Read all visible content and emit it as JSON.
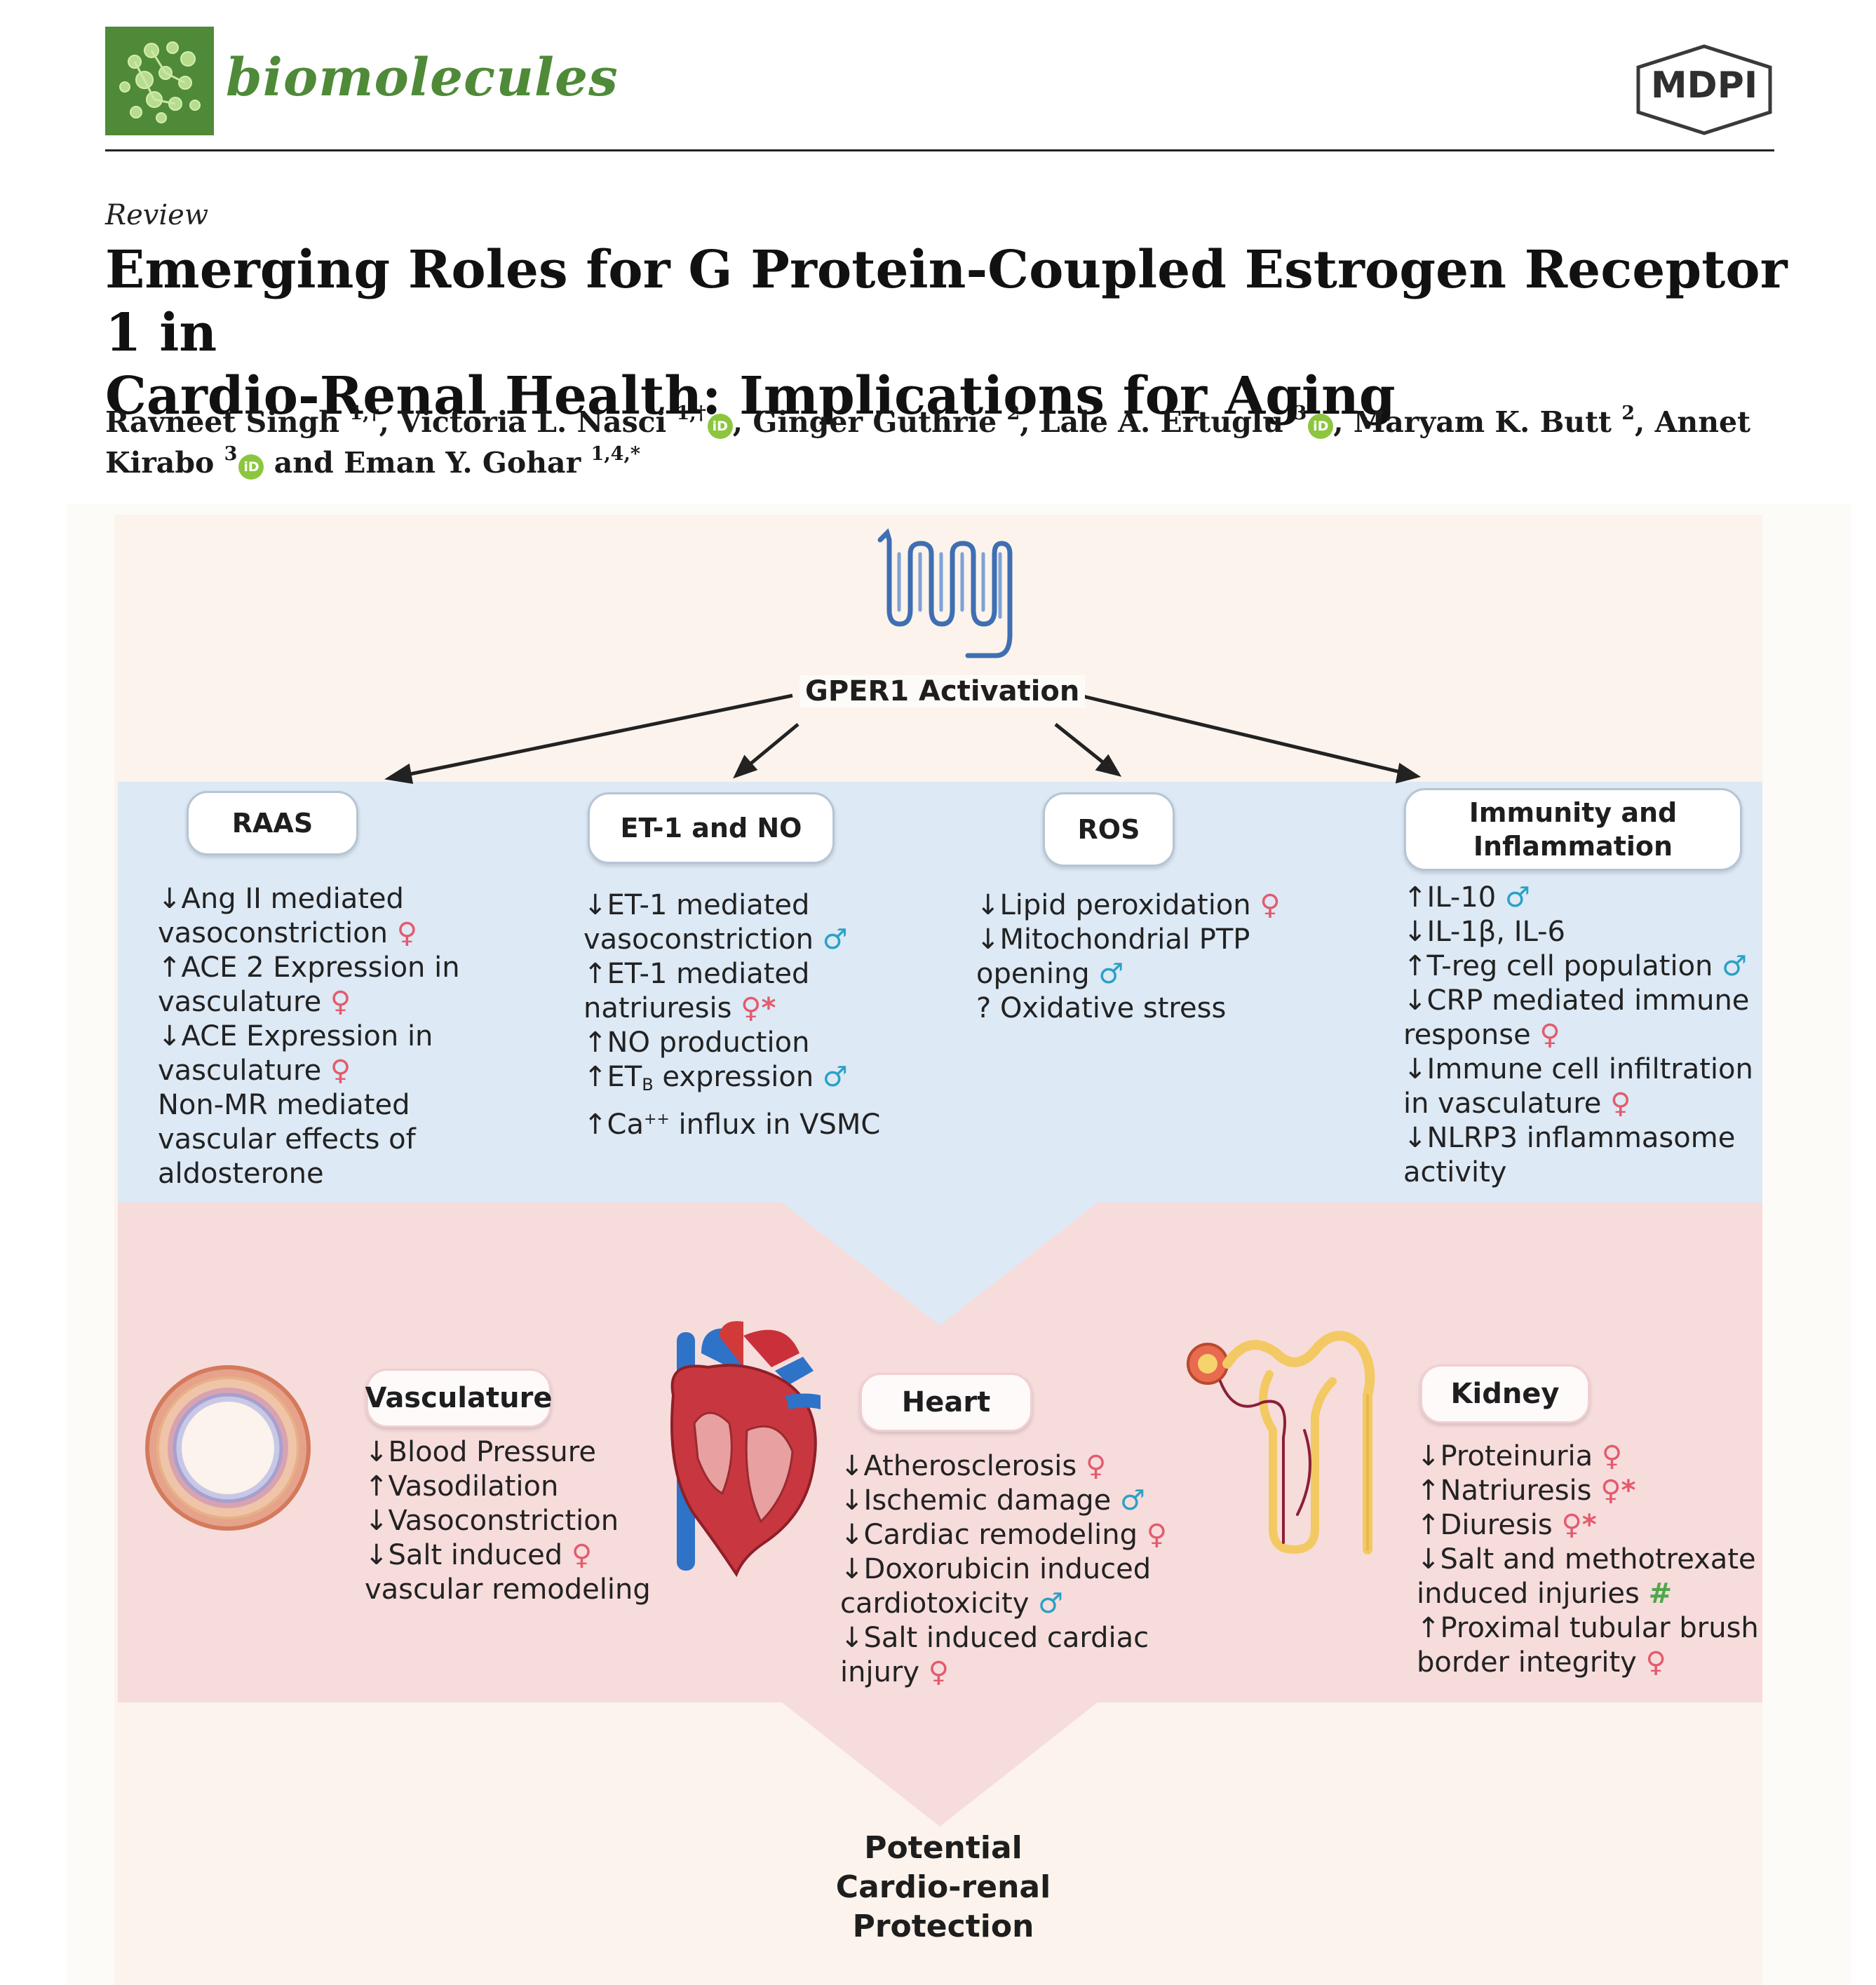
{
  "header": {
    "journal": "biomolecules",
    "publisher": "MDPI",
    "article_type": "Review",
    "title_lines": [
      "Emerging Roles for G Protein-Coupled Estrogen Receptor 1 in",
      "Cardio-Renal Health: Implications for Aging"
    ],
    "authors": [
      {
        "name": "Ravneet Singh",
        "aff": "1,†",
        "orcid": false,
        "sep": ", "
      },
      {
        "name": "Victoria L. Nasci",
        "aff": "1,†",
        "orcid": true,
        "sep": ", "
      },
      {
        "name": "Ginger Guthrie",
        "aff": "2",
        "orcid": false,
        "sep": ", "
      },
      {
        "name": "Lale A. Ertuglu",
        "aff": "3",
        "orcid": true,
        "sep": ", "
      },
      {
        "name": "Maryam K. Butt",
        "aff": "2",
        "orcid": false,
        "sep": ", "
      },
      {
        "name": "Annet Kirabo",
        "aff": "3",
        "orcid": true,
        "sep": " and "
      },
      {
        "name": "Eman Y. Gohar",
        "aff": "1,4,*",
        "orcid": false,
        "sep": ""
      }
    ],
    "orcid_label": "iD",
    "colors": {
      "journal": "#4f8a38",
      "orcid": "#8cc63f"
    }
  },
  "figure": {
    "activation_label": "GPER1 Activation",
    "symbol_colors": {
      "female": "#e35b6d",
      "male": "#2aa1c6",
      "hash": "#4ea84a"
    },
    "categories": [
      {
        "label": "RAAS",
        "items": [
          [
            {
              "t": "↓Ang II mediated"
            }
          ],
          [
            {
              "t": "vasoconstriction "
            },
            {
              "t": "♀",
              "c": "f"
            }
          ],
          [
            {
              "t": "↑ACE 2 Expression in"
            }
          ],
          [
            {
              "t": "vasculature "
            },
            {
              "t": "♀",
              "c": "f"
            }
          ],
          [
            {
              "t": "↓ACE Expression in"
            }
          ],
          [
            {
              "t": "vasculature "
            },
            {
              "t": "♀",
              "c": "f"
            }
          ],
          [
            {
              "t": "Non-MR mediated"
            }
          ],
          [
            {
              "t": "vascular effects of"
            }
          ],
          [
            {
              "t": "aldosterone"
            }
          ]
        ]
      },
      {
        "label": "ET-1 and NO",
        "items": [
          [
            {
              "t": "↓ET-1 mediated"
            }
          ],
          [
            {
              "t": "vasoconstriction "
            },
            {
              "t": "♂",
              "c": "m"
            }
          ],
          [
            {
              "t": "↑ET-1 mediated"
            }
          ],
          [
            {
              "t": "natriuresis "
            },
            {
              "t": "♀*",
              "c": "f"
            }
          ],
          [
            {
              "t": "↑NO production"
            }
          ],
          [
            {
              "t": "↑ET"
            },
            {
              "t": "B",
              "c": "sub"
            },
            {
              "t": " expression "
            },
            {
              "t": "♂",
              "c": "m"
            }
          ],
          [
            {
              "t": "↑Ca"
            },
            {
              "t": "++",
              "c": "sup"
            },
            {
              "t": " influx in VSMC"
            }
          ]
        ]
      },
      {
        "label": "ROS",
        "items": [
          [
            {
              "t": "↓Lipid peroxidation "
            },
            {
              "t": "♀",
              "c": "f"
            }
          ],
          [
            {
              "t": "↓Mitochondrial PTP"
            }
          ],
          [
            {
              "t": "opening "
            },
            {
              "t": "♂",
              "c": "m"
            }
          ],
          [
            {
              "t": "? Oxidative stress"
            }
          ]
        ]
      },
      {
        "label_lines": [
          "Immunity and",
          "Inflammation"
        ],
        "items": [
          [
            {
              "t": "↑IL-10 "
            },
            {
              "t": "♂",
              "c": "m"
            }
          ],
          [
            {
              "t": "↓IL-1β, IL-6"
            }
          ],
          [
            {
              "t": "↑T-reg cell population "
            },
            {
              "t": "♂",
              "c": "m"
            }
          ],
          [
            {
              "t": "↓CRP mediated immune"
            }
          ],
          [
            {
              "t": "response "
            },
            {
              "t": "♀",
              "c": "f"
            }
          ],
          [
            {
              "t": "↓Immune cell infiltration"
            }
          ],
          [
            {
              "t": "in vasculature "
            },
            {
              "t": "♀",
              "c": "f"
            }
          ],
          [
            {
              "t": "↓NLRP3 inflammasome"
            }
          ],
          [
            {
              "t": "activity"
            }
          ]
        ]
      }
    ],
    "organs": [
      {
        "label": "Vasculature",
        "items": [
          [
            {
              "t": "↓Blood Pressure"
            }
          ],
          [
            {
              "t": "↑Vasodilation"
            }
          ],
          [
            {
              "t": "↓Vasoconstriction"
            }
          ],
          [
            {
              "t": "↓Salt induced "
            },
            {
              "t": "♀",
              "c": "f"
            }
          ],
          [
            {
              "t": "vascular remodeling"
            }
          ]
        ]
      },
      {
        "label": "Heart",
        "items": [
          [
            {
              "t": "↓Atherosclerosis "
            },
            {
              "t": "♀",
              "c": "f"
            }
          ],
          [
            {
              "t": "↓Ischemic damage "
            },
            {
              "t": "♂",
              "c": "m"
            }
          ],
          [
            {
              "t": "↓Cardiac remodeling "
            },
            {
              "t": "♀",
              "c": "f"
            }
          ],
          [
            {
              "t": "↓Doxorubicin induced"
            }
          ],
          [
            {
              "t": "cardiotoxicity "
            },
            {
              "t": "♂",
              "c": "m"
            }
          ],
          [
            {
              "t": "↓Salt induced cardiac"
            }
          ],
          [
            {
              "t": "injury "
            },
            {
              "t": "♀",
              "c": "f"
            }
          ]
        ]
      },
      {
        "label": "Kidney",
        "items": [
          [
            {
              "t": "↓Proteinuria "
            },
            {
              "t": "♀",
              "c": "f"
            }
          ],
          [
            {
              "t": "↑Natriuresis "
            },
            {
              "t": "♀*",
              "c": "f"
            }
          ],
          [
            {
              "t": "↑Diuresis "
            },
            {
              "t": "♀*",
              "c": "f"
            }
          ],
          [
            {
              "t": "↓Salt and methotrexate"
            }
          ],
          [
            {
              "t": "induced injuries "
            },
            {
              "t": "#",
              "c": "h"
            }
          ],
          [
            {
              "t": "↑Proximal tubular brush"
            }
          ],
          [
            {
              "t": "border integrity "
            },
            {
              "t": "♀",
              "c": "f"
            }
          ]
        ]
      }
    ],
    "outcome_lines": [
      "Potential",
      "Cardio-renal",
      "Protection"
    ],
    "panel_colors": {
      "top": "#dde9f5",
      "bottom": "#f7dcdc"
    }
  }
}
